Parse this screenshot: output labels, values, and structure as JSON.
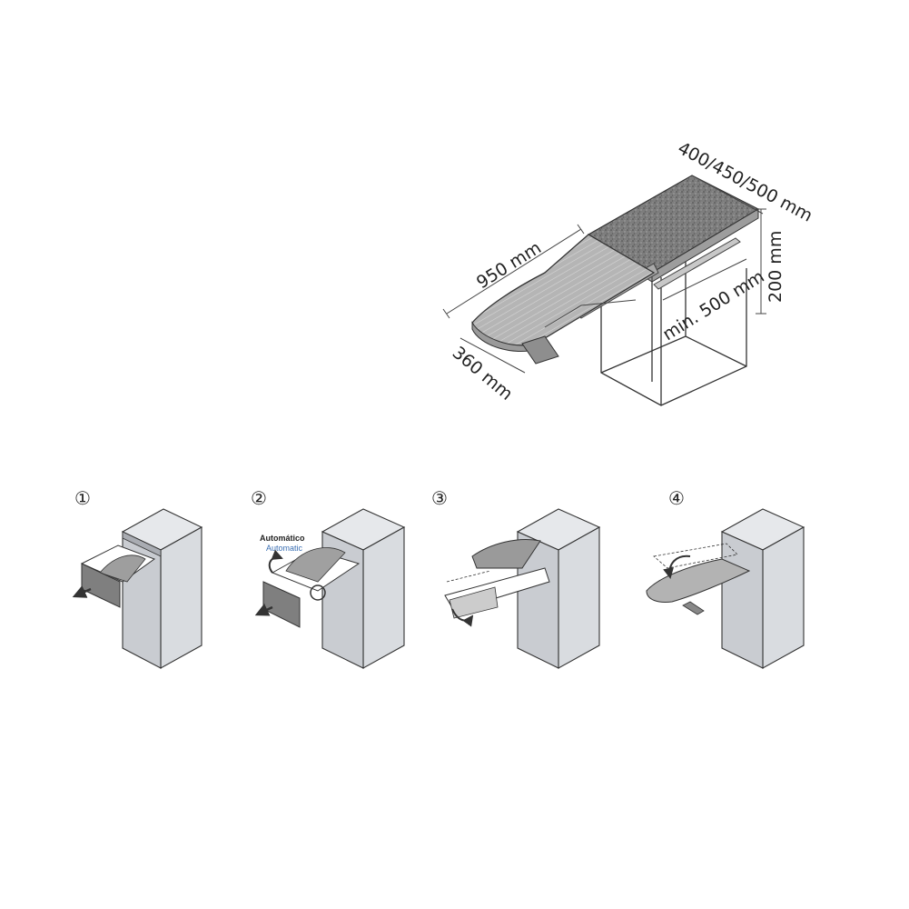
{
  "dimensions": {
    "depth": "400/450/500 mm",
    "board_length": "950 mm",
    "board_width": "360 mm",
    "height": "200 mm",
    "cabinet_min": "min. 500 mm"
  },
  "steps": [
    {
      "number": "①"
    },
    {
      "number": "②",
      "label_primary": "Automático",
      "label_secondary": "Automatic"
    },
    {
      "number": "③"
    },
    {
      "number": "④"
    }
  ],
  "colors": {
    "granite": "#8a8a8a",
    "board": "#b9b9b9",
    "cabinet": "#d5d8dd",
    "line": "#333333",
    "accent": "#3b6fb3"
  }
}
